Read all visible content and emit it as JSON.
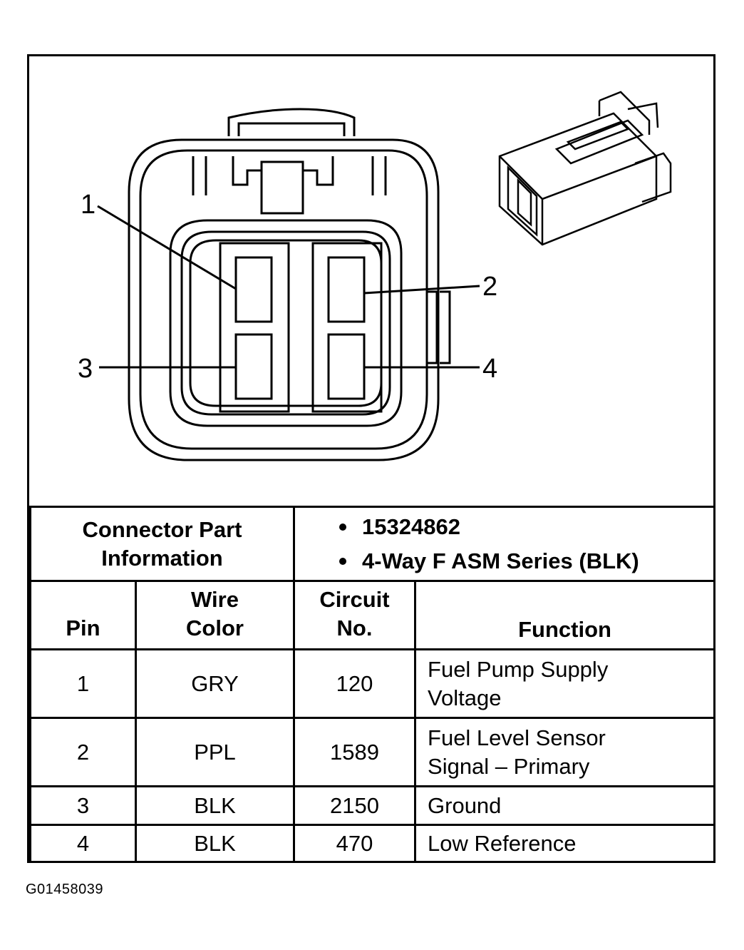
{
  "callouts": {
    "pin1": "1",
    "pin2": "2",
    "pin3": "3",
    "pin4": "4"
  },
  "connector_info": {
    "label_line1": "Connector Part",
    "label_line2": "Information",
    "part_number": "15324862",
    "description": "4-Way F ASM Series (BLK)"
  },
  "table": {
    "headers": {
      "pin": "Pin",
      "wire_line1": "Wire",
      "wire_line2": "Color",
      "circuit_line1": "Circuit",
      "circuit_line2": "No.",
      "function": "Function"
    },
    "rows": [
      {
        "pin": "1",
        "color": "GRY",
        "circuit": "120",
        "function_line1": "Fuel Pump Supply",
        "function_line2": "Voltage"
      },
      {
        "pin": "2",
        "color": "PPL",
        "circuit": "1589",
        "function_line1": "Fuel Level Sensor",
        "function_line2": "Signal – Primary"
      },
      {
        "pin": "3",
        "color": "BLK",
        "circuit": "2150",
        "function_line1": "Ground",
        "function_line2": ""
      },
      {
        "pin": "4",
        "color": "BLK",
        "circuit": "470",
        "function_line1": "Low Reference",
        "function_line2": ""
      }
    ]
  },
  "figure_id": "G01458039"
}
